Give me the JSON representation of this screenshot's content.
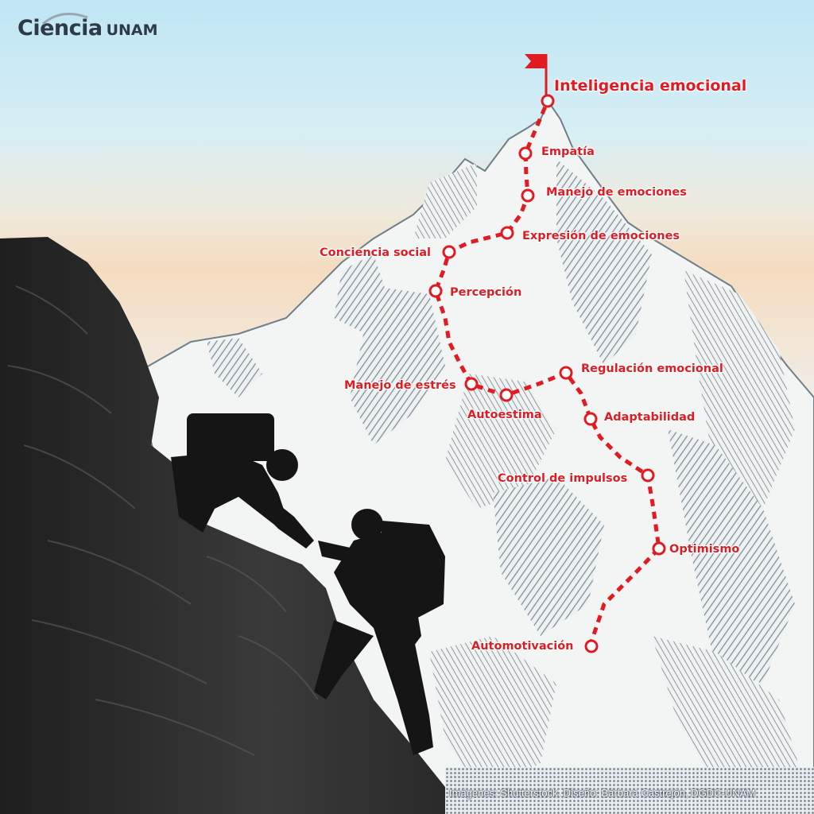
{
  "brand": {
    "name": "Ciencia",
    "suffix": "UNAM"
  },
  "goal": {
    "label": "Inteligencia emocional"
  },
  "steps": [
    {
      "label": "Empatía"
    },
    {
      "label": "Manejo de emociones"
    },
    {
      "label": "Expresión de emociones"
    },
    {
      "label": "Conciencia social"
    },
    {
      "label": "Percepción"
    },
    {
      "label": "Regulación emocional"
    },
    {
      "label": "Manejo de estrés"
    },
    {
      "label": "Autoestima"
    },
    {
      "label": "Adaptabilidad"
    },
    {
      "label": "Control de impulsos"
    },
    {
      "label": "Optimismo"
    },
    {
      "label": "Automotivación"
    }
  ],
  "credit": "Imágenes: Shutterstock. Diseño: Bárbara Castrejón, DGDC-UNAM",
  "colors": {
    "path": "#e11b22",
    "mountain_shade": "#7f8f99",
    "rock": "#2b2b2b",
    "brand": "#2e3a45"
  }
}
